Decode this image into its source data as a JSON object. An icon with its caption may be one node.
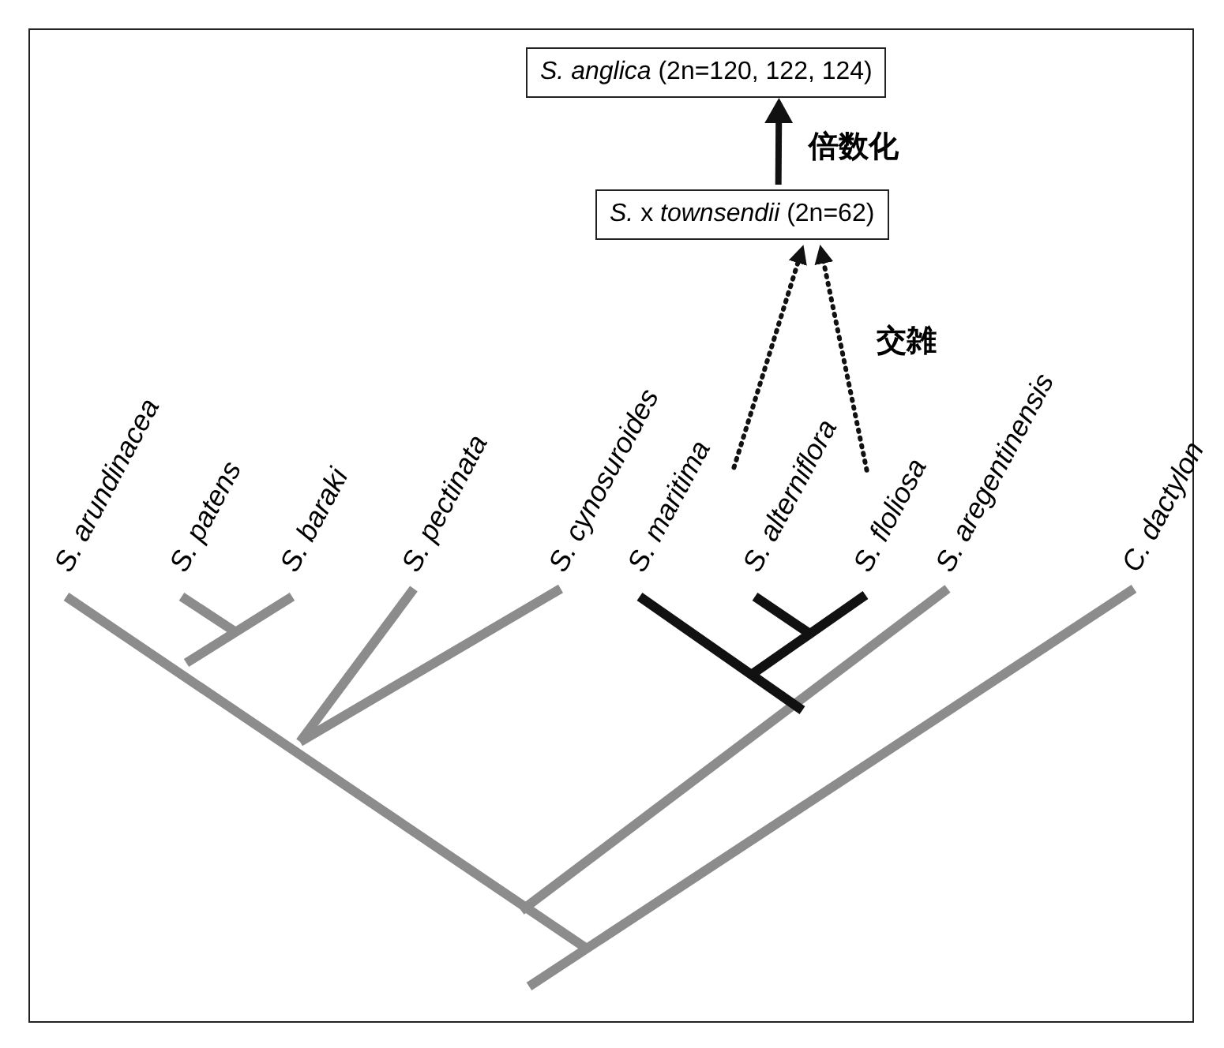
{
  "diagram": {
    "nodes": [
      {
        "text": [
          "*S. anglica* (2n=120, 122, 124)"
        ]
      },
      {
        "text": [
          "*S.* x *townsendii* (2n=62)"
        ]
      },
      {
        "text": [
          "S. maritima"
        ]
      },
      {
        "text": [
          "S. alterniflora"
        ]
      }
    ],
    "edges": [
      {
        "from": 1,
        "to": 0,
        "arrow": "to",
        "label": "倍数化"
      },
      {
        "from": 2,
        "to": 1,
        "arrow": "to",
        "style": "dashed"
      },
      {
        "from": 3,
        "to": 1,
        "arrow": "to",
        "style": "dashed"
      }
    ],
    "labels": [
      "交雑",
      "S. arundinacea",
      "S. patens",
      "S. baraki",
      "S. pectinata",
      "S. cynosuroides",
      "S. floliosa",
      "S. aregentinensis",
      "C. dactylon"
    ]
  }
}
